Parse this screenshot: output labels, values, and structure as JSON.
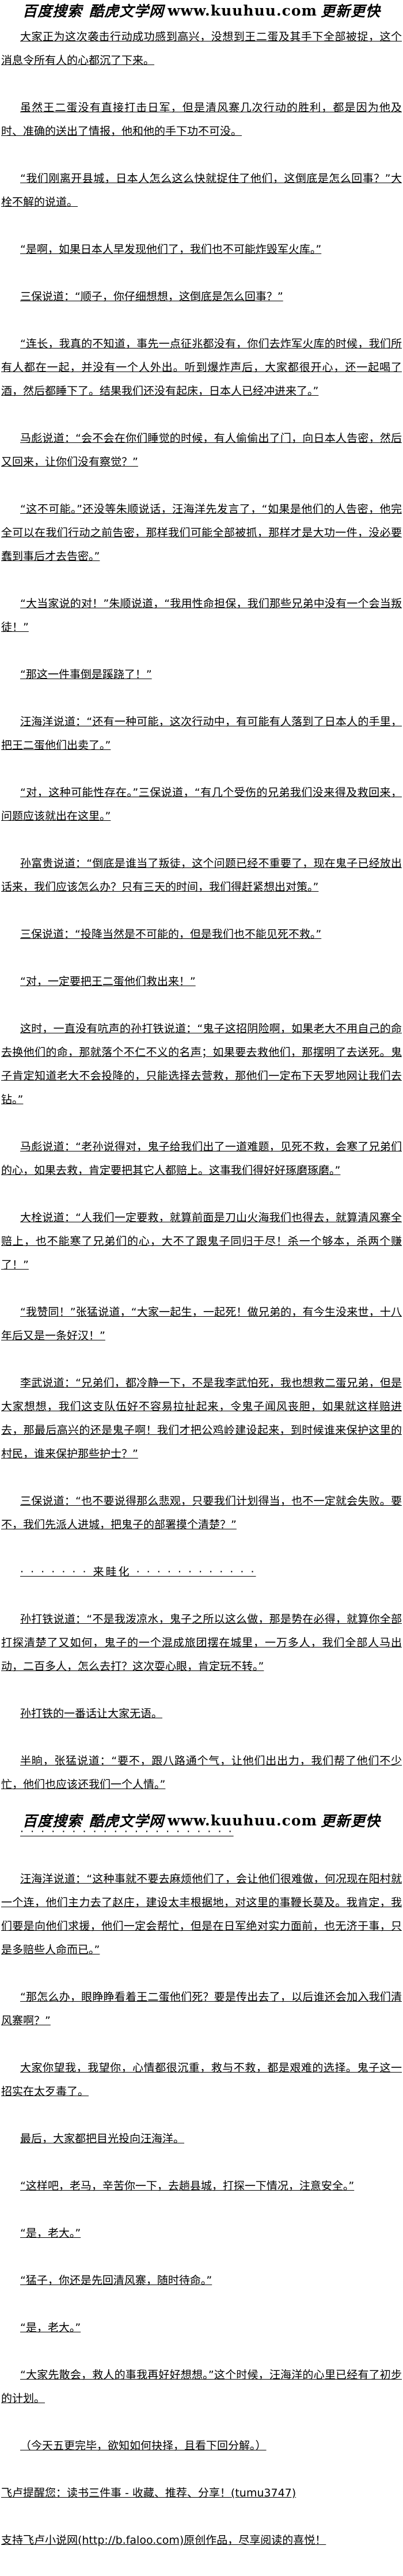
{
  "banner": {
    "part1": "百度搜索",
    "part2": "酷虎文学网",
    "url": "www.kuuhuu.com",
    "part3": "更新更快"
  },
  "paragraphs": [
    "大家正为这次袭击行动成功感到高兴，没想到王二蛋及其手下全部被捉，这个消息令所有人的心都沉了下来。",
    "虽然王二蛋没有直接打击日军，但是清风寨几次行动的胜利，都是因为他及时、准确的送出了情报，他和他的手下功不可没。",
    "“我们刚离开县城，日本人怎么这么快就捉住了他们，这倒底是怎么回事？”大栓不解的说道。",
    "“是啊，如果日本人早发现他们了，我们也不可能炸毁军火库。”",
    "三保说道：“顺子，你仔细想想，这倒底是怎么回事？”",
    "“连长，我真的不知道，事先一点征兆都没有，你们去炸军火库的时候，我们所有人都在一起，并没有一个人外出。听到爆炸声后，大家都很开心，还一起喝了酒，然后都睡下了。结果我们还没有起床，日本人已经冲进来了。”",
    "马彪说道：“会不会在你们睡觉的时候，有人偷偷出了门，向日本人告密，然后又回来，让你们没有察觉？”",
    "“这不可能。”还没等朱顺说话，汪海洋先发言了，“如果是他们的人告密，他完全可以在我们行动之前告密，那样我们可能全部被抓，那样才是大功一件，没必要蠢到事后才去告密。”",
    "“大当家说的对！”朱顺说道，“我用性命担保，我们那些兄弟中没有一个会当叛徒！”",
    "“那这一件事倒是蹊跷了！”",
    "汪海洋说道：“还有一种可能，这次行动中，有可能有人落到了日本人的手里，把王二蛋他们出卖了。”",
    "“对，这种可能性存在。”三保说道，“有几个受伤的兄弟我们没来得及救回来，问题应该就出在这里。”",
    "孙富贵说道：“倒底是谁当了叛徒，这个问题已经不重要了，现在鬼子已经放出话来，我们应该怎么办？只有三天的时间，我们得赶紧想出对策。”",
    "三保说道：“投降当然是不可能的，但是我们也不能见死不救。”",
    "“对，一定要把王二蛋他们救出来！”",
    "这时，一直没有吭声的孙打铁说道：“鬼子这招阴险啊，如果老大不用自己的命去换他们的命，那就落个不仁不义的名声；如果要去救他们，那摆明了去送死。鬼子肯定知道老大不会投降的，只能选择去营救，那他们一定布下天罗地网让我们去钻。”",
    "马彪说道：“老孙说得对，鬼子给我们出了一道难题，见死不救，会寒了兄弟们的心，如果去救，肯定要把其它人都赔上。这事我们得好好琢磨琢磨。”",
    "大栓说道：“人我们一定要救，就算前面是刀山火海我们也得去，就算清风寨全赔上，也不能寒了兄弟们的心，大不了跟鬼子同归于尽！杀一个够本，杀两个赚了！”",
    "“我赞同！”张猛说道，“大家一起生，一起死！做兄弟的，有今生没来世，十八年后又是一条好汉！”",
    "李武说道：“兄弟们，都冷静一下，不是我李武怕死，我也想救二蛋兄弟，但是大家想想，我们这支队伍好不容易拉扯起来，令鬼子闻风丧胆，如果就这样赔进去，那最后高兴的还是鬼子啊！我们才把公鸡岭建设起来，到时候谁来保护这里的村民，谁来保护那些护士？”",
    "三保说道：“也不要说得那么悲观，只要我们计划得当，也不一定就会失败。要不，我们先派人进城，把鬼子的部署摸个清楚？”",
    "· · · · · · · 来畦化 · · · · · · · · · · · ·",
    "孙打铁说道：“不是我泼凉水，鬼子之所以这么做，那是势在必得，就算你全部打探清楚了又如何，鬼子的一个混成旅团摆在城里，一万多人，我们全部人马出动，二百多人，怎么去打？这次耍心眼，肯定玩不转。”",
    "孙打铁的一番话让大家无语。",
    "半晌，张猛说道：“要不，跟八路通个气，让他们出出力，我们帮了他们不少忙，他们也应该还我们一个人情。”",
    "· · · · · · · · · · · · · · · · · · · · ·",
    "汪海洋说道：“这种事就不要去麻烦他们了，会让他们很难做，何况现在阳村就一个连，他们主力去了赵庄，建设太丰根据地，对这里的事鞭长莫及。我肯定，我们要是向他们求援，他们一定会帮忙，但是在日军绝对实力面前，也无济于事，只是多赔些人命而已。”",
    "“那怎么办，眼睁睁看着王二蛋他们死？要是传出去了，以后谁还会加入我们清风寨啊？”",
    "大家你望我，我望你，心情都很沉重，救与不救，都是艰难的选择。鬼子这一招实在太歹毒了。",
    "最后，大家都把目光投向汪海洋。",
    "“这样吧，老马，辛苦你一下，去趟县城，打探一下情况，注意安全。”",
    "“是，老大。”",
    "“猛子，你还是先回清风寨，随时待命。”",
    "“是，老大。”",
    "“大家先散会，救人的事我再好好想想。”这个时候，汪海洋的心里已经有了初步的计划。",
    "（今天五更完毕，欲知如何抉择，且看下回分解。）"
  ],
  "footer": {
    "reminder": "飞卢提醒您：读书三件事 - 收藏、推荐、分享！(tumu3747)",
    "support": "支持飞卢小说网(http://b.faloo.com)原创作品，尽享阅读的喜悦！"
  }
}
